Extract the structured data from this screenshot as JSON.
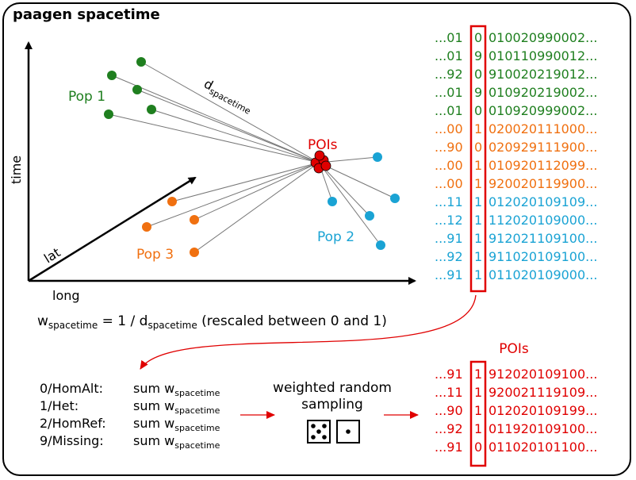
{
  "title": "paagen spacetime",
  "axes": {
    "time": "time",
    "long": "long",
    "lat": "lat"
  },
  "pop_labels": {
    "pop1": "Pop 1",
    "pop2": "Pop 2",
    "pop3": "Pop 3"
  },
  "dist_label_main": "d",
  "dist_label_sub": "spacetime",
  "pois_label": "POIs",
  "weight_formula": {
    "w": "w",
    "w_sub": "spacetime",
    "eq": " = 1 / ",
    "d": "d",
    "d_sub": "spacetime",
    "note": " (rescaled between 0 and 1)"
  },
  "colors": {
    "pop1": "#1f7f1f",
    "pop2": "#1aa3d4",
    "pop3": "#f07010",
    "poi": "#e00000",
    "line": "#777777"
  },
  "genotype_rows": [
    {
      "prefix": "...01",
      "col": "0",
      "suffix": "010020990002...",
      "pop": "pop1"
    },
    {
      "prefix": "...01",
      "col": "9",
      "suffix": "010110990012...",
      "pop": "pop1"
    },
    {
      "prefix": "...92",
      "col": "0",
      "suffix": "910020219012...",
      "pop": "pop1"
    },
    {
      "prefix": "...01",
      "col": "9",
      "suffix": "010920219002...",
      "pop": "pop1"
    },
    {
      "prefix": "...01",
      "col": "0",
      "suffix": "010920999002...",
      "pop": "pop1"
    },
    {
      "prefix": "...00",
      "col": "1",
      "suffix": "020020111000...",
      "pop": "pop3"
    },
    {
      "prefix": "...90",
      "col": "0",
      "suffix": "020929111900...",
      "pop": "pop3"
    },
    {
      "prefix": "...00",
      "col": "1",
      "suffix": "010920112099...",
      "pop": "pop3"
    },
    {
      "prefix": "...00",
      "col": "1",
      "suffix": "920020119900...",
      "pop": "pop3"
    },
    {
      "prefix": "...11",
      "col": "1",
      "suffix": "012020109109...",
      "pop": "pop2"
    },
    {
      "prefix": "...12",
      "col": "1",
      "suffix": "112020109000...",
      "pop": "pop2"
    },
    {
      "prefix": "...91",
      "col": "1",
      "suffix": "912021109100...",
      "pop": "pop2"
    },
    {
      "prefix": "...92",
      "col": "1",
      "suffix": "911020109100...",
      "pop": "pop2"
    },
    {
      "prefix": "...91",
      "col": "1",
      "suffix": "011020109000...",
      "pop": "pop2"
    }
  ],
  "sum_rows": [
    {
      "label": "0/HomAlt:",
      "sum": "sum w",
      "sub": "spacetime"
    },
    {
      "label": "1/Het:",
      "sum": "sum w",
      "sub": "spacetime"
    },
    {
      "label": "2/HomRef:",
      "sum": "sum w",
      "sub": "spacetime"
    },
    {
      "label": "9/Missing:",
      "sum": "sum w",
      "sub": "spacetime"
    }
  ],
  "sampling_label_1": "weighted random",
  "sampling_label_2": "sampling",
  "poi_rows": [
    {
      "prefix": "...91",
      "col": "1",
      "suffix": "912020109100..."
    },
    {
      "prefix": "...11",
      "col": "1",
      "suffix": "920021119109..."
    },
    {
      "prefix": "...90",
      "col": "1",
      "suffix": "012020109199..."
    },
    {
      "prefix": "...92",
      "col": "1",
      "suffix": "011920109100..."
    },
    {
      "prefix": "...91",
      "col": "0",
      "suffix": "011020101100..."
    }
  ]
}
